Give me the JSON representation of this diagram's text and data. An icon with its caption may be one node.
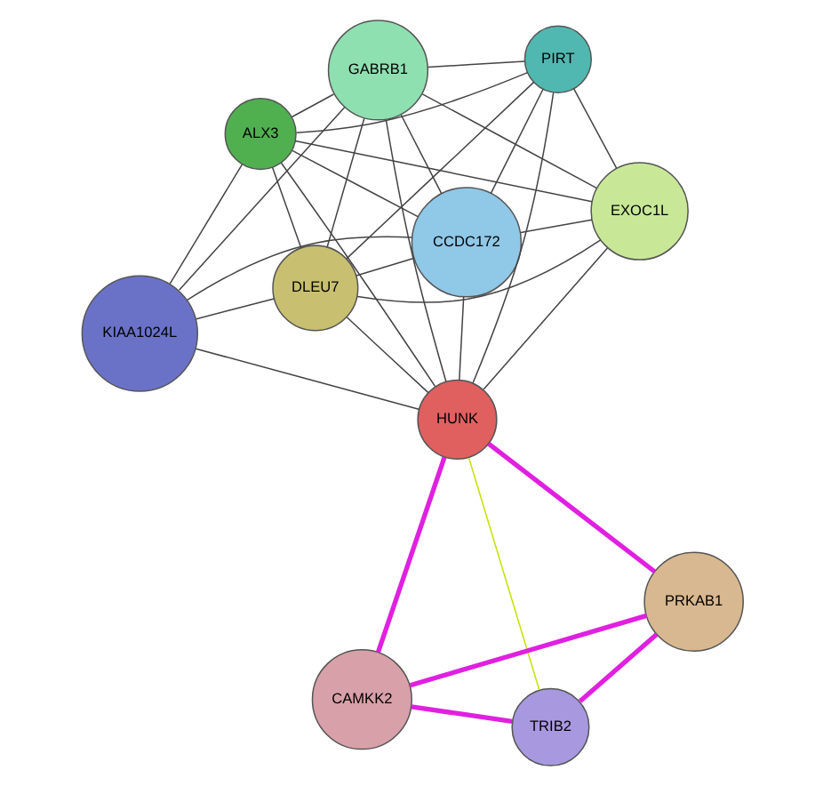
{
  "diagram": {
    "nodes": [
      {
        "text": [
          "KIAA1024L"
        ]
      },
      {
        "text": [
          "GABRB1"
        ]
      },
      {
        "text": [
          "DLEU7"
        ]
      },
      {
        "text": [
          "PIRT"
        ]
      },
      {
        "text": [
          "EXOC1L"
        ]
      },
      {
        "text": [
          "ALX3"
        ]
      },
      {
        "text": [
          "HUNK"
        ]
      },
      {
        "text": [
          "CCDC172"
        ]
      },
      {
        "text": [
          "CAMKK2"
        ]
      },
      {
        "text": [
          "PRKAB1"
        ]
      },
      {
        "text": [
          "TRIB2"
        ]
      }
    ],
    "edges": [
      {
        "from": 0,
        "to": 1,
        "arrow": "none"
      },
      {
        "from": 0,
        "to": 2,
        "arrow": "none"
      },
      {
        "from": 0,
        "to": 5,
        "arrow": "none"
      },
      {
        "from": 0,
        "to": 7,
        "arrow": "none"
      },
      {
        "from": 0,
        "to": 6,
        "arrow": "none"
      },
      {
        "from": 1,
        "to": 2,
        "arrow": "none"
      },
      {
        "from": 1,
        "to": 3,
        "arrow": "none"
      },
      {
        "from": 1,
        "to": 6,
        "arrow": "none"
      },
      {
        "from": 1,
        "to": 5,
        "arrow": "none"
      },
      {
        "from": 1,
        "to": 7,
        "arrow": "none"
      },
      {
        "from": 1,
        "to": 4,
        "arrow": "none"
      },
      {
        "from": 2,
        "to": 3,
        "arrow": "none"
      },
      {
        "from": 2,
        "to": 6,
        "arrow": "none"
      },
      {
        "from": 2,
        "to": 5,
        "arrow": "none"
      },
      {
        "from": 2,
        "to": 4,
        "arrow": "none"
      },
      {
        "from": 2,
        "to": 7,
        "arrow": "none"
      },
      {
        "from": 3,
        "to": 4,
        "arrow": "none"
      },
      {
        "from": 3,
        "to": 6,
        "arrow": "none"
      },
      {
        "from": 3,
        "to": 5,
        "arrow": "none"
      },
      {
        "from": 3,
        "to": 7,
        "arrow": "none"
      },
      {
        "from": 4,
        "to": 5,
        "arrow": "none"
      },
      {
        "from": 4,
        "to": 6,
        "arrow": "none"
      },
      {
        "from": 4,
        "to": 7,
        "arrow": "none"
      },
      {
        "from": 5,
        "to": 6,
        "arrow": "none"
      },
      {
        "from": 5,
        "to": 7,
        "arrow": "none"
      },
      {
        "from": 6,
        "to": 7,
        "arrow": "none"
      },
      {
        "from": 6,
        "to": 8,
        "arrow": "none",
        "style": "thick",
        "color": "#e020e0"
      },
      {
        "from": 6,
        "to": 9,
        "arrow": "none",
        "style": "thick",
        "color": "#e020e0"
      },
      {
        "from": 6,
        "to": 10,
        "arrow": "none",
        "color": "#c8e000"
      },
      {
        "from": 8,
        "to": 9,
        "arrow": "none",
        "style": "thick",
        "color": "#e020e0"
      },
      {
        "from": 8,
        "to": 10,
        "arrow": "none",
        "style": "thick",
        "color": "#e020e0"
      },
      {
        "from": 9,
        "to": 10,
        "arrow": "none",
        "style": "thick",
        "color": "#e020e0"
      }
    ]
  }
}
